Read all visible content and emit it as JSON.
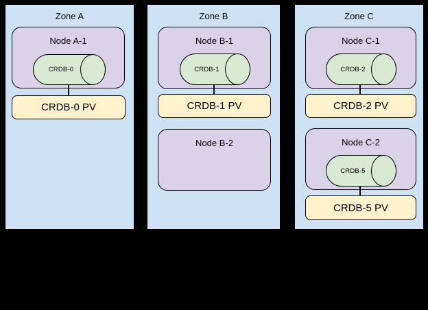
{
  "diagram": {
    "zones": [
      {
        "label": "Zone A",
        "nodes": [
          {
            "label": "Node A-1",
            "db_label": "CRDB-0",
            "pv_label": "CRDB-0 PV"
          }
        ]
      },
      {
        "label": "Zone B",
        "nodes": [
          {
            "label": "Node B-1",
            "db_label": "CRDB-1",
            "pv_label": "CRDB-1 PV"
          },
          {
            "label": "Node B-2"
          }
        ]
      },
      {
        "label": "Zone C",
        "nodes": [
          {
            "label": "Node C-1",
            "db_label": "CRDB-2",
            "pv_label": "CRDB-2 PV"
          },
          {
            "label": "Node C-2",
            "db_label": "CRDB-5",
            "pv_label": "CRDB-5 PV"
          }
        ]
      }
    ],
    "colors": {
      "background": "#000000",
      "zone_fill": "#cfe2f3",
      "node_fill": "#d9d2e9",
      "database_fill": "#d9ead3",
      "pv_fill": "#fff2cc",
      "stroke": "#000000"
    }
  }
}
